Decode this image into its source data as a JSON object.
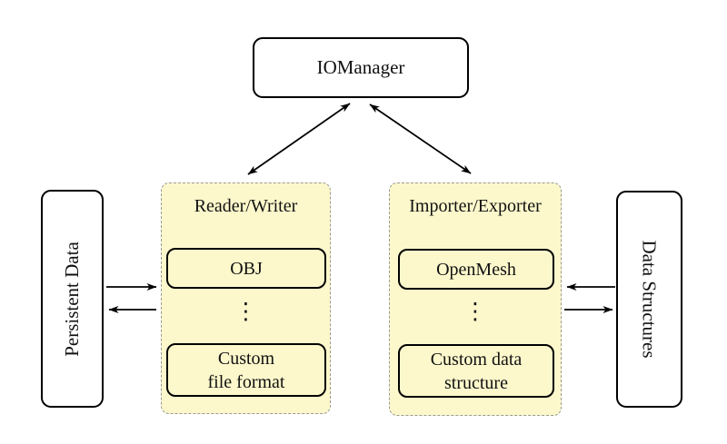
{
  "io_manager": {
    "label": "IOManager"
  },
  "persistent_data": {
    "label": "Persistent Data"
  },
  "data_structures": {
    "label": "Data Structures"
  },
  "reader_writer": {
    "title": "Reader/Writer",
    "top_item": "OBJ",
    "ellipsis": "⋮",
    "bottom_item_lines": [
      "Custom",
      "file format"
    ]
  },
  "importer_exporter": {
    "title": "Importer/Exporter",
    "top_item": "OpenMesh",
    "ellipsis": "⋮",
    "bottom_item_lines": [
      "Custom data",
      "structure"
    ]
  },
  "colors": {
    "group_fill": "#FCF8CC",
    "group_border": "#999999",
    "node_border": "#000000",
    "node_fill": "#FFFFFF",
    "arrow": "#000000"
  }
}
